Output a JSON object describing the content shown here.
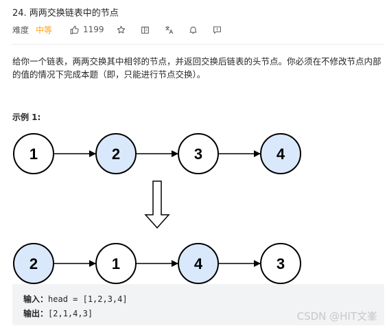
{
  "problem": {
    "title": "24. 两两交换链表中的节点",
    "difficulty_label": "难度",
    "difficulty": "中等",
    "likes": "1199",
    "accent_color": "#ffa116"
  },
  "icons": [
    "thumbs-up-icon",
    "star-icon",
    "share-icon",
    "translate-icon",
    "bell-icon",
    "feedback-icon"
  ],
  "description": "给你一个链表，两两交换其中相邻的节点，并返回交换后链表的头节点。你必须在不修改节点内部的值的情况下完成本题（即，只能进行节点交换）。",
  "example": {
    "title": "示例 1:",
    "before_nodes": [
      "1",
      "2",
      "3",
      "4"
    ],
    "before_highlight": [
      false,
      true,
      false,
      true
    ],
    "after_nodes": [
      "2",
      "1",
      "4",
      "3"
    ],
    "after_highlight": [
      true,
      false,
      true,
      false
    ],
    "highlight_color": "#dae8fc",
    "input_label": "输入：",
    "input_value": "head = [1,2,3,4]",
    "output_label": "输出：",
    "output_value": "[2,1,4,3]"
  },
  "watermark": "CSDN @HIT文峯"
}
